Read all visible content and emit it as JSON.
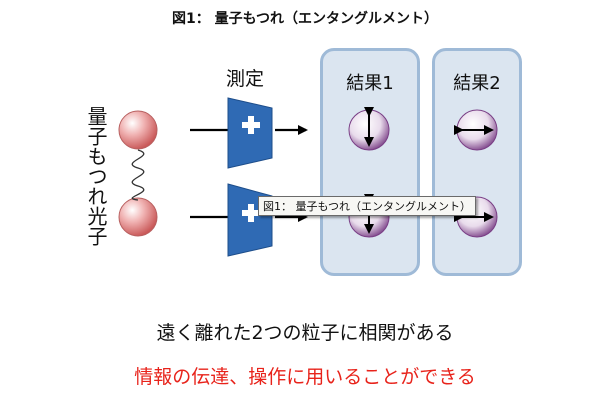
{
  "title": "図1： 量子もつれ（エンタングルメント）",
  "left_label": "量子もつれ光子",
  "measure_label": "測定",
  "panels": [
    {
      "title": "結果1"
    },
    {
      "title": "結果2"
    }
  ],
  "tooltip": "図1： 量子もつれ（エンタングルメント）",
  "caption_main": "遠く離れた2つの粒子に相関がある",
  "caption_red": "情報の伝達、操作に用いることができる",
  "colors": {
    "panel_fill": "#dbe5f0",
    "panel_border": "#9fbad7",
    "filter_blue": "#2f6ab4",
    "photon_pink": "#d96a6a",
    "result_purple": "#7a3f86",
    "caption_red": "#e8231b"
  }
}
